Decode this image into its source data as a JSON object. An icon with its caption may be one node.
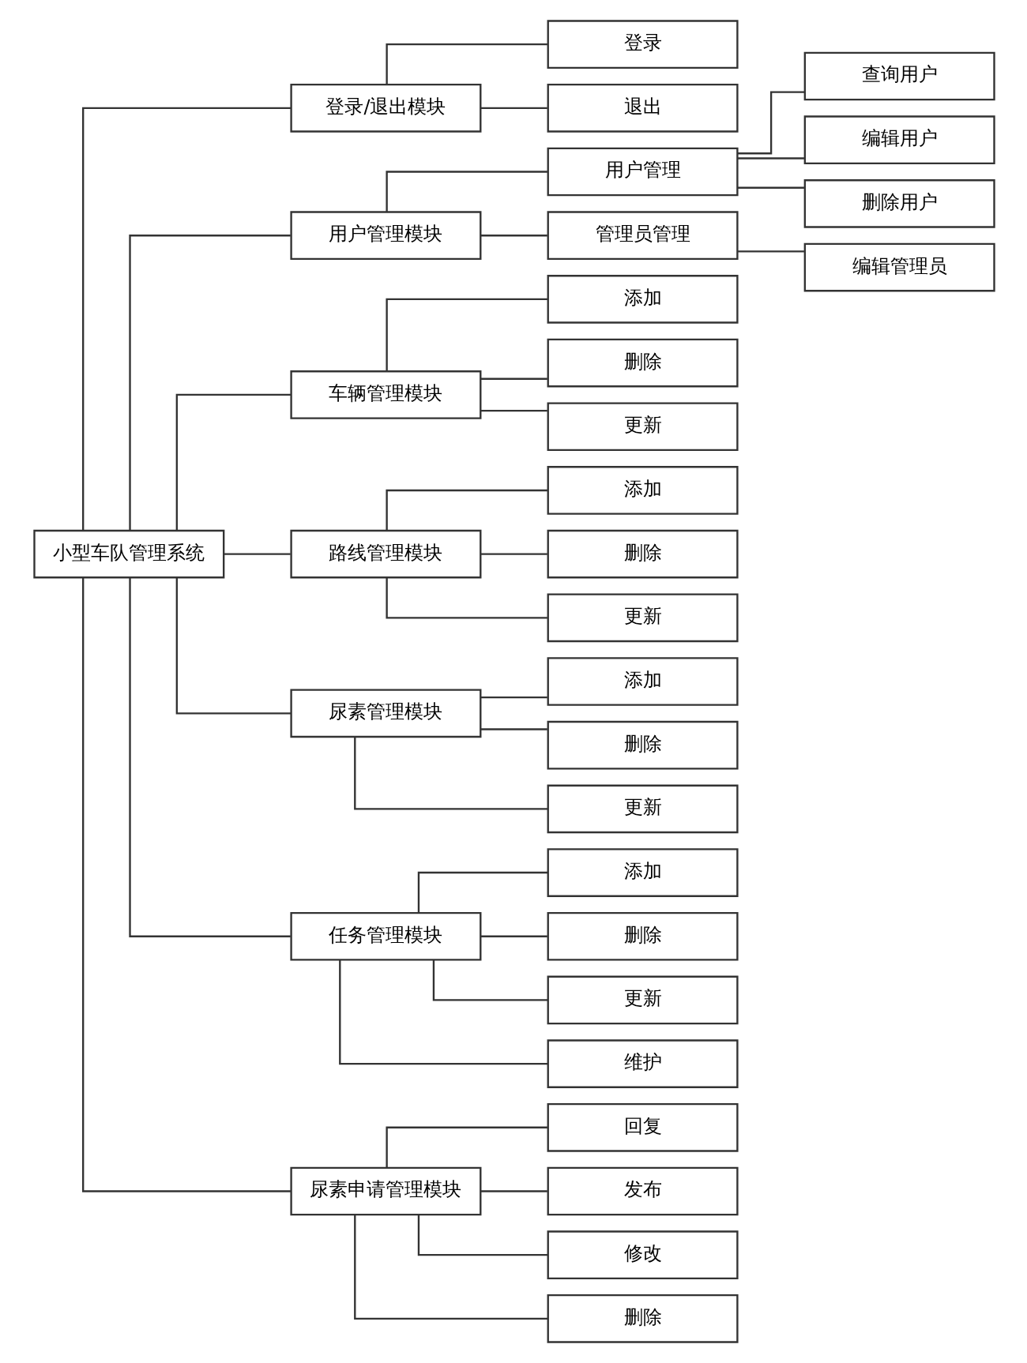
{
  "diagram": {
    "nodes": [
      {
        "text": [
          "小型车队管理系统"
        ]
      },
      {
        "text": [
          "登录/退出模块"
        ]
      },
      {
        "text": [
          "登录"
        ]
      },
      {
        "text": [
          "退出"
        ]
      },
      {
        "text": [
          "用户管理模块"
        ]
      },
      {
        "text": [
          "用户管理"
        ]
      },
      {
        "text": [
          "查询用户"
        ]
      },
      {
        "text": [
          "编辑用户"
        ]
      },
      {
        "text": [
          "删除用户"
        ]
      },
      {
        "text": [
          "管理员管理"
        ]
      },
      {
        "text": [
          "编辑管理员"
        ]
      },
      {
        "text": [
          "车辆管理模块"
        ]
      },
      {
        "text": [
          "添加"
        ]
      },
      {
        "text": [
          "删除"
        ]
      },
      {
        "text": [
          "更新"
        ]
      },
      {
        "text": [
          "路线管理模块"
        ]
      },
      {
        "text": [
          "添加"
        ]
      },
      {
        "text": [
          "删除"
        ]
      },
      {
        "text": [
          "更新"
        ]
      },
      {
        "text": [
          "尿素管理模块"
        ]
      },
      {
        "text": [
          "添加"
        ]
      },
      {
        "text": [
          "删除"
        ]
      },
      {
        "text": [
          "更新"
        ]
      },
      {
        "text": [
          "任务管理模块"
        ]
      },
      {
        "text": [
          "添加"
        ]
      },
      {
        "text": [
          "删除"
        ]
      },
      {
        "text": [
          "更新"
        ]
      },
      {
        "text": [
          "维护"
        ]
      },
      {
        "text": [
          "尿素申请管理模块"
        ]
      },
      {
        "text": [
          "回复"
        ]
      },
      {
        "text": [
          "发布"
        ]
      },
      {
        "text": [
          "修改"
        ]
      },
      {
        "text": [
          "删除"
        ]
      }
    ],
    "edges": [
      {
        "from": 0,
        "to": 1,
        "arrow": "none"
      },
      {
        "from": 1,
        "to": 2,
        "arrow": "none"
      },
      {
        "from": 1,
        "to": 3,
        "arrow": "none"
      },
      {
        "from": 0,
        "to": 4,
        "arrow": "none"
      },
      {
        "from": 4,
        "to": 5,
        "arrow": "none"
      },
      {
        "from": 5,
        "to": 6,
        "arrow": "none"
      },
      {
        "from": 5,
        "to": 7,
        "arrow": "none"
      },
      {
        "from": 5,
        "to": 8,
        "arrow": "none"
      },
      {
        "from": 4,
        "to": 9,
        "arrow": "none"
      },
      {
        "from": 9,
        "to": 10,
        "arrow": "none"
      },
      {
        "from": 0,
        "to": 11,
        "arrow": "none"
      },
      {
        "from": 11,
        "to": 12,
        "arrow": "none"
      },
      {
        "from": 11,
        "to": 13,
        "arrow": "none"
      },
      {
        "from": 11,
        "to": 14,
        "arrow": "none"
      },
      {
        "from": 0,
        "to": 15,
        "arrow": "none"
      },
      {
        "from": 15,
        "to": 16,
        "arrow": "none"
      },
      {
        "from": 15,
        "to": 17,
        "arrow": "none"
      },
      {
        "from": 15,
        "to": 18,
        "arrow": "none"
      },
      {
        "from": 0,
        "to": 19,
        "arrow": "none"
      },
      {
        "from": 19,
        "to": 20,
        "arrow": "none"
      },
      {
        "from": 19,
        "to": 21,
        "arrow": "none"
      },
      {
        "from": 19,
        "to": 22,
        "arrow": "none"
      },
      {
        "from": 0,
        "to": 23,
        "arrow": "none"
      },
      {
        "from": 23,
        "to": 24,
        "arrow": "none"
      },
      {
        "from": 23,
        "to": 25,
        "arrow": "none"
      },
      {
        "from": 23,
        "to": 26,
        "arrow": "none"
      },
      {
        "from": 23,
        "to": 27,
        "arrow": "none"
      },
      {
        "from": 0,
        "to": 28,
        "arrow": "none"
      },
      {
        "from": 28,
        "to": 29,
        "arrow": "none"
      },
      {
        "from": 28,
        "to": 30,
        "arrow": "none"
      },
      {
        "from": 28,
        "to": 31,
        "arrow": "none"
      },
      {
        "from": 28,
        "to": 32,
        "arrow": "none"
      }
    ]
  }
}
